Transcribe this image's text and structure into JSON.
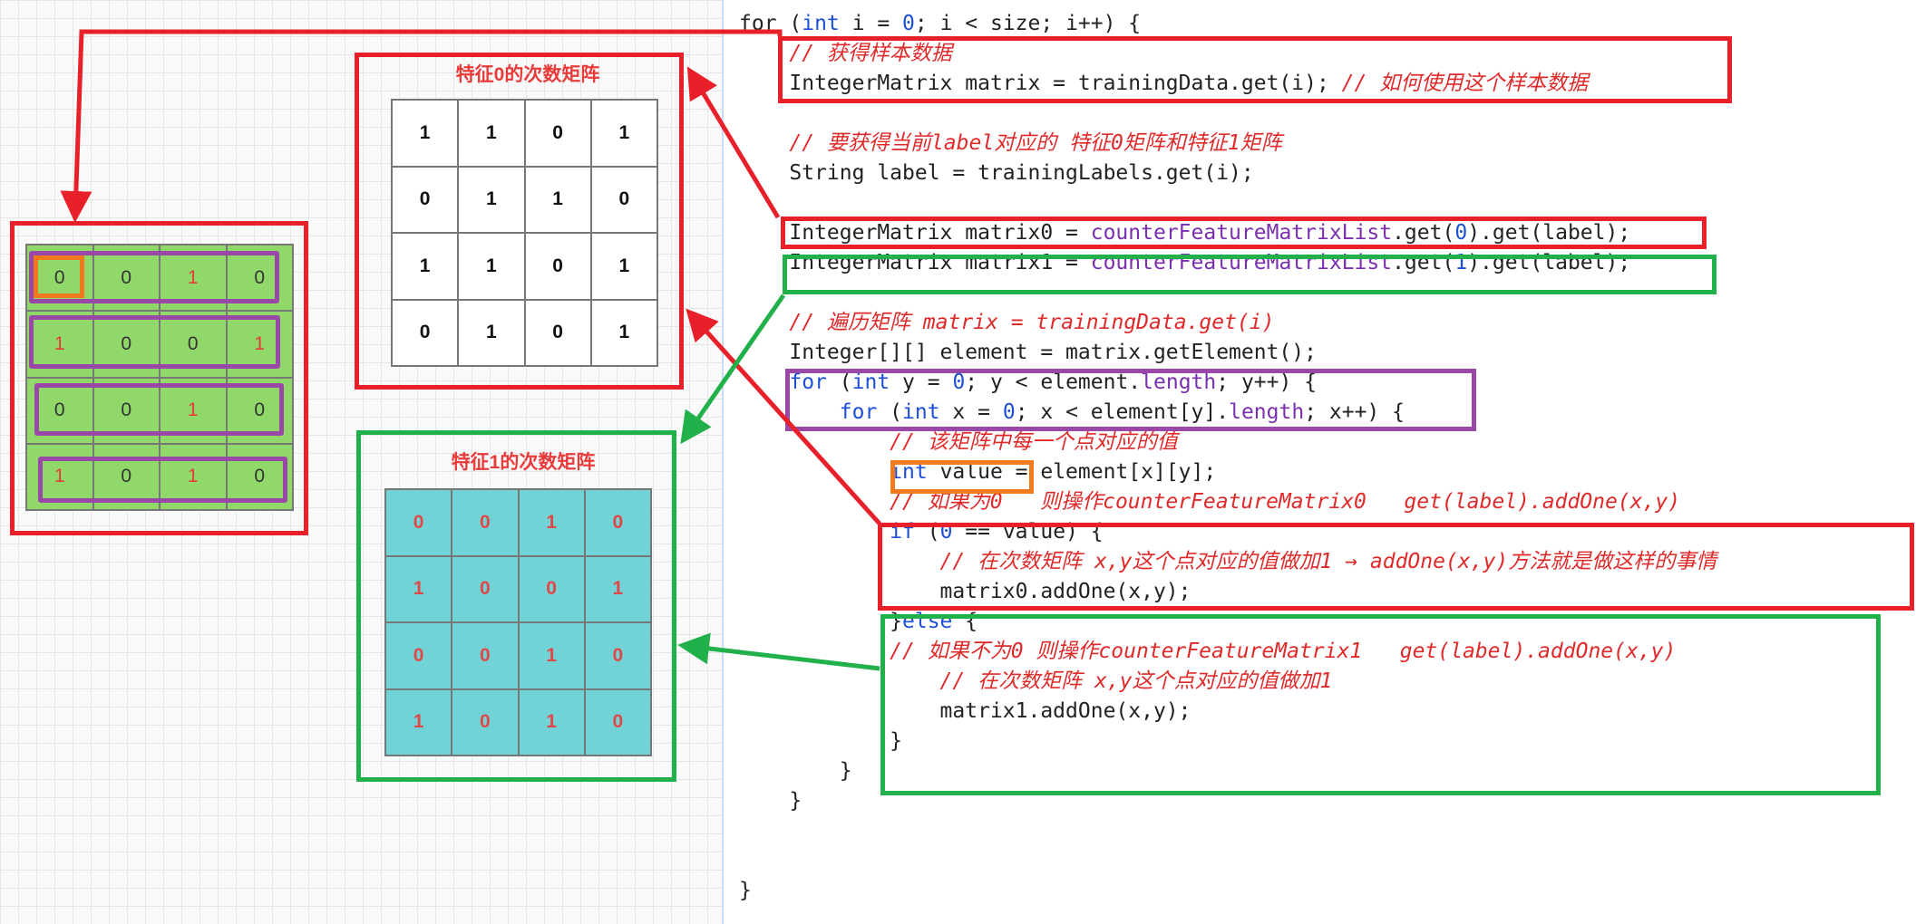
{
  "feature0_matrix": {
    "title": "特征0的次数矩阵",
    "rows": [
      [
        "1",
        "1",
        "0",
        "1"
      ],
      [
        "0",
        "1",
        "1",
        "0"
      ],
      [
        "1",
        "1",
        "0",
        "1"
      ],
      [
        "0",
        "1",
        "0",
        "1"
      ]
    ]
  },
  "feature1_matrix": {
    "title": "特征1的次数矩阵",
    "rows": [
      [
        "0",
        "0",
        "1",
        "0"
      ],
      [
        "1",
        "0",
        "0",
        "1"
      ],
      [
        "0",
        "0",
        "1",
        "0"
      ],
      [
        "1",
        "0",
        "1",
        "0"
      ]
    ]
  },
  "sample_matrix": {
    "rows": [
      [
        "0",
        "0",
        "1",
        "0"
      ],
      [
        "1",
        "0",
        "0",
        "1"
      ],
      [
        "0",
        "0",
        "1",
        "0"
      ],
      [
        "1",
        "0",
        "1",
        "0"
      ]
    ]
  },
  "colors": {
    "red": "#e8202a",
    "green": "#22b04b",
    "purple": "#9a48a8",
    "orange": "#f27a1c"
  },
  "code": [
    [
      [
        "for ",
        "plain"
      ],
      [
        "(",
        "plain"
      ],
      [
        "int",
        "kw"
      ],
      [
        " i = ",
        "plain"
      ],
      [
        "0",
        "num"
      ],
      [
        "; i < size; i++) {",
        "plain"
      ]
    ],
    [
      [
        "    // 获得样本数据",
        "cm"
      ]
    ],
    [
      [
        "    IntegerMatrix matrix = trainingData.get(i); ",
        "plain"
      ],
      [
        "// 如何使用这个样本数据",
        "cm"
      ]
    ],
    [
      [
        "",
        "plain"
      ]
    ],
    [
      [
        "    // 要获得当前label对应的 特征0矩阵和特征1矩阵",
        "cm"
      ]
    ],
    [
      [
        "    String label = trainingLabels.get(i);",
        "plain"
      ]
    ],
    [
      [
        "",
        "plain"
      ]
    ],
    [
      [
        "    IntegerMatrix matrix0 = ",
        "plain"
      ],
      [
        "counterFeatureMatrixList",
        "fld"
      ],
      [
        ".get(",
        "plain"
      ],
      [
        "0",
        "num"
      ],
      [
        ").get(label);",
        "plain"
      ]
    ],
    [
      [
        "    IntegerMatrix matrix1 = ",
        "plain"
      ],
      [
        "counterFeatureMatrixList",
        "fld"
      ],
      [
        ".get(",
        "plain"
      ],
      [
        "1",
        "num"
      ],
      [
        ").get(label);",
        "plain"
      ]
    ],
    [
      [
        "",
        "plain"
      ]
    ],
    [
      [
        "    // 遍历矩阵 matrix = trainingData.get(i)",
        "cm"
      ]
    ],
    [
      [
        "    Integer[][] element = matrix.getElement();",
        "plain"
      ]
    ],
    [
      [
        "    ",
        "plain"
      ],
      [
        "for",
        "kw"
      ],
      [
        " (",
        "plain"
      ],
      [
        "int",
        "kw"
      ],
      [
        " y = ",
        "plain"
      ],
      [
        "0",
        "num"
      ],
      [
        "; y < element.",
        "plain"
      ],
      [
        "length",
        "fld"
      ],
      [
        "; y++) {",
        "plain"
      ]
    ],
    [
      [
        "        ",
        "plain"
      ],
      [
        "for",
        "kw"
      ],
      [
        " (",
        "plain"
      ],
      [
        "int",
        "kw"
      ],
      [
        " x = ",
        "plain"
      ],
      [
        "0",
        "num"
      ],
      [
        "; x < element[y].",
        "plain"
      ],
      [
        "length",
        "fld"
      ],
      [
        "; x++) {",
        "plain"
      ]
    ],
    [
      [
        "            // 该矩阵中每一个点对应的值",
        "cm"
      ]
    ],
    [
      [
        "            ",
        "plain"
      ],
      [
        "int",
        "kw"
      ],
      [
        " value = element[x][y];",
        "plain"
      ]
    ],
    [
      [
        "            // 如果为0   则操作counterFeatureMatrix0   get(label).addOne(x,y)",
        "cm"
      ]
    ],
    [
      [
        "            ",
        "plain"
      ],
      [
        "if",
        "kw"
      ],
      [
        " (",
        "plain"
      ],
      [
        "0",
        "num"
      ],
      [
        " == value) {",
        "plain"
      ]
    ],
    [
      [
        "                // 在次数矩阵 x,y这个点对应的值做加1 → addOne(x,y)方法就是做这样的事情",
        "cm"
      ]
    ],
    [
      [
        "                matrix0.addOne(x,y);",
        "plain"
      ]
    ],
    [
      [
        "            }",
        "plain"
      ],
      [
        "else",
        "kw"
      ],
      [
        " {",
        "plain"
      ]
    ],
    [
      [
        "            // 如果不为0 则操作counterFeatureMatrix1   get(label).addOne(x,y)",
        "cm"
      ]
    ],
    [
      [
        "                // 在次数矩阵 x,y这个点对应的值做加1",
        "cm"
      ]
    ],
    [
      [
        "                matrix1.addOne(x,y);",
        "plain"
      ]
    ],
    [
      [
        "            }",
        "plain"
      ]
    ],
    [
      [
        "        }",
        "plain"
      ]
    ],
    [
      [
        "    }",
        "plain"
      ]
    ],
    [
      [
        "",
        "plain"
      ]
    ],
    [
      [
        "",
        "plain"
      ]
    ],
    [
      [
        "}",
        "plain"
      ]
    ]
  ]
}
